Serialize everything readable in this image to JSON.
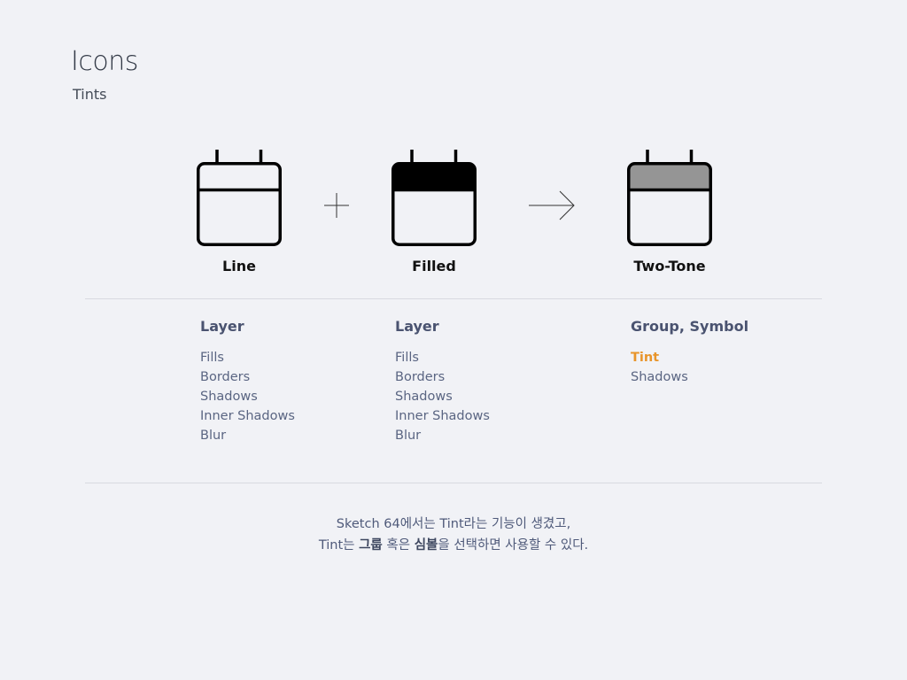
{
  "header": {
    "title": "Icons",
    "subtitle": "Tints"
  },
  "icons": [
    {
      "name": "calendar-line-icon",
      "label": "Line"
    },
    {
      "name": "calendar-filled-icon",
      "label": "Filled"
    },
    {
      "name": "calendar-two-tone-icon",
      "label": "Two-Tone"
    }
  ],
  "operators": {
    "plus": "plus-icon",
    "arrow": "arrow-right-icon"
  },
  "columns": [
    {
      "heading": "Layer",
      "items": [
        "Fills",
        "Borders",
        "Shadows",
        "Inner Shadows",
        "Blur"
      ]
    },
    {
      "heading": "Layer",
      "items": [
        "Fills",
        "Borders",
        "Shadows",
        "Inner Shadows",
        "Blur"
      ]
    },
    {
      "heading": "Group, Symbol",
      "items": [
        "Tint",
        "Shadows"
      ]
    }
  ],
  "note": {
    "line1": "Sketch 64에서는 Tint라는 기능이 생겼고,",
    "line2_prefix": "Tint는 ",
    "line2_bold1": "그룹",
    "line2_mid": " 혹은 ",
    "line2_bold2": "심볼",
    "line2_suffix": "을 선택하면 사용할 수 있다."
  },
  "colors": {
    "background": "#f1f2f6",
    "highlight": "#e8952b",
    "two_tone_fill": "#959595",
    "heading": "#4a5370"
  }
}
